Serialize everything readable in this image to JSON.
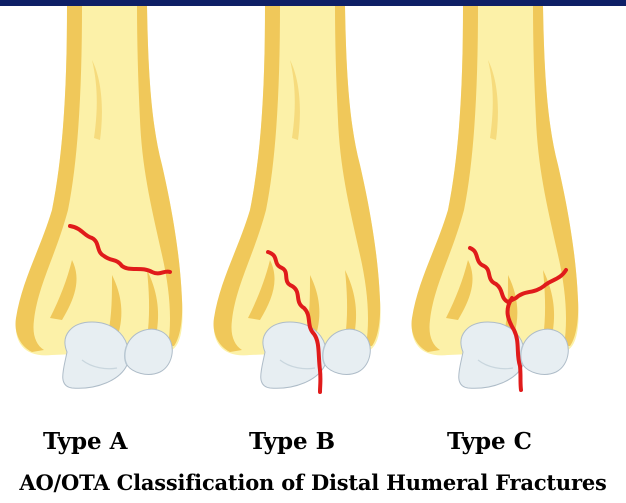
{
  "colors": {
    "top_bar": "#0e1f66",
    "bone_fill": "#fcf1a8",
    "bone_shade": "#f0c85a",
    "cartilage": "#e7eef2",
    "fracture": "#e01b1b"
  },
  "diagrams": [
    {
      "label": "Type A",
      "fracture": "extra-articular transverse"
    },
    {
      "label": "Type B",
      "fracture": "partial articular"
    },
    {
      "label": "Type C",
      "fracture": "complete articular"
    }
  ],
  "caption": "AO/OTA Classification of Distal Humeral Fractures"
}
